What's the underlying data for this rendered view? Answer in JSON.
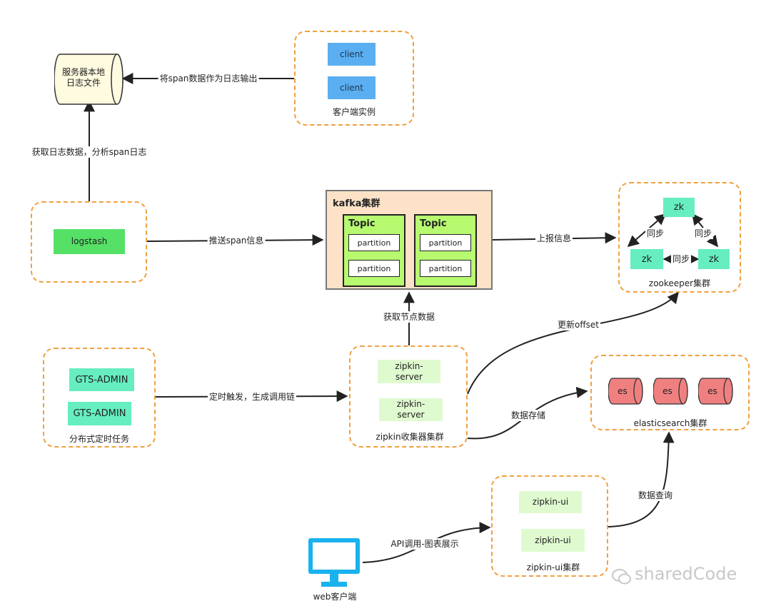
{
  "storage": {
    "label_line1": "服务器本地",
    "label_line2": "日志文件"
  },
  "client_group": {
    "caption": "客户端实例",
    "items": [
      "client",
      "client"
    ]
  },
  "logstash_node": {
    "label": "logstash"
  },
  "kafka": {
    "title": "kafka集群",
    "topics": [
      {
        "name": "Topic",
        "partitions": [
          "partition",
          "partition"
        ]
      },
      {
        "name": "Topic",
        "partitions": [
          "partition",
          "partition"
        ]
      }
    ]
  },
  "zookeeper": {
    "caption": "zookeeper集群",
    "nodes": [
      "zk",
      "zk",
      "zk"
    ],
    "sync_labels": [
      "同步",
      "同步",
      "同步"
    ]
  },
  "gts": {
    "caption": "分布式定时任务",
    "items": [
      "GTS-ADMIN",
      "GTS-ADMIN"
    ]
  },
  "zipkin_server": {
    "caption": "zipkin收集器集群",
    "items": [
      [
        "zipkin-",
        "server"
      ],
      [
        "zipkin-",
        "server"
      ]
    ]
  },
  "elasticsearch": {
    "caption": "elasticsearch集群",
    "nodes": [
      "es",
      "es",
      "es"
    ]
  },
  "zipkin_ui": {
    "caption": "zipkin-ui集群",
    "items": [
      "zipkin-ui",
      "zipkin-ui"
    ]
  },
  "web_client": {
    "caption": "web客户端"
  },
  "edges": {
    "client_to_storage": "将span数据作为日志输出",
    "logstash_to_storage": "获取日志数据，分析span日志",
    "logstash_to_kafka": "推送span信息",
    "kafka_to_zookeeper": "上报信息",
    "zipkin_to_kafka": "获取节点数据",
    "zipkin_to_zookeeper": "更新offset",
    "gts_to_zipkin": "定时触发，生成调用链",
    "zipkin_to_es": "数据存储",
    "ui_to_es": "数据查询",
    "web_to_ui": "API调用-图表展示"
  },
  "watermark": {
    "text": "sharedCode",
    "icon": "wechat-icon"
  },
  "colors": {
    "group_border": "#f0a040",
    "client": "#5baef0",
    "logstash": "#55e066",
    "mint": "#66eec0",
    "pale_green": "#e0fad0",
    "kafka_bg": "#fde2c8",
    "topic_bg": "#b7fa70",
    "es": "#f08080",
    "monitor": "#1ab2ee"
  }
}
